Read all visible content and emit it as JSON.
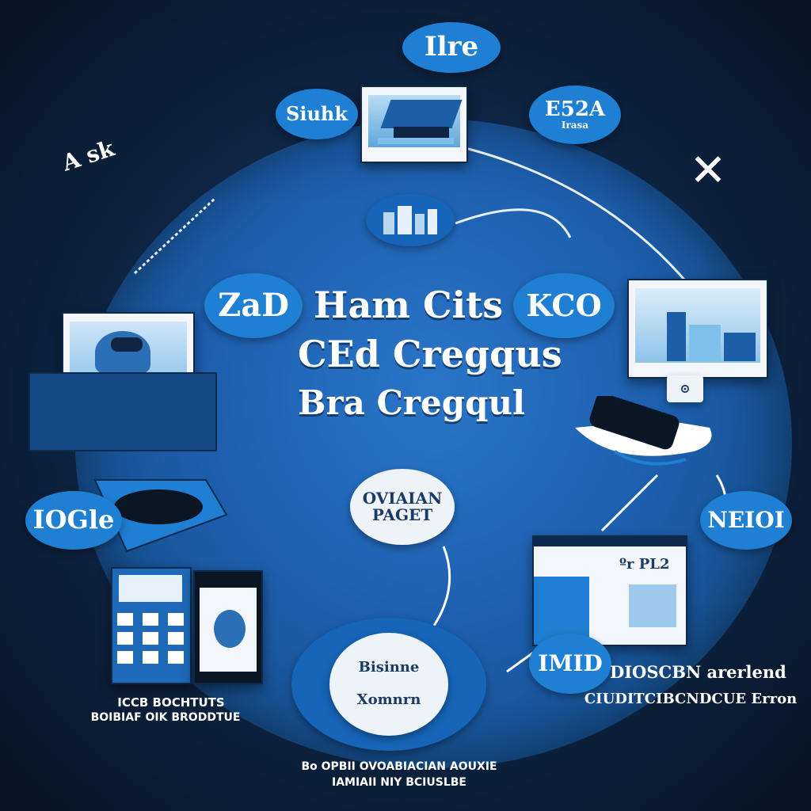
{
  "center": {
    "line1": "Ham Cits",
    "line2": "CEd Cregqus",
    "line3": "Bra Cregqul"
  },
  "bubbles": {
    "top": "Ilre",
    "upper_left": "Siuhk",
    "upper_right_title": "E52A",
    "upper_right_sub": "Irasa",
    "left_mid": "ZaD",
    "right_mid": "KCO",
    "left_low": "IOGle",
    "right_low": "NEIOI",
    "center_low_line1": "OVIAIAN",
    "center_low_line2": "PAGET",
    "bottom_big_line1": "Bisinne",
    "bottom_big_line2": "Xomnrn",
    "bottom_right": "IMID"
  },
  "captions": {
    "bottom_left_line1": "ICCB BOCHTUTS",
    "bottom_left_line2": "BOIBIAF OIK BRODDTUE",
    "bottom_right_line1": "DIOSCBN arerlend",
    "bottom_right_line2": "CIUDITCIBCNDCUE Erron",
    "bottom_center_line1": "Bo OPBII OVOABIACIAN AOUXIE",
    "bottom_center_line2": "IAMIAII NIY BCIUSLBE"
  },
  "cards": {
    "top_label": "",
    "right_low_label": "ºr PL2"
  },
  "sketch_top_left": "A sk",
  "close_label": "✕",
  "colors": {
    "accent": "#1e7fd3",
    "background": "#0f2748",
    "globe": "#1d5fae",
    "text": "#ffffff"
  }
}
